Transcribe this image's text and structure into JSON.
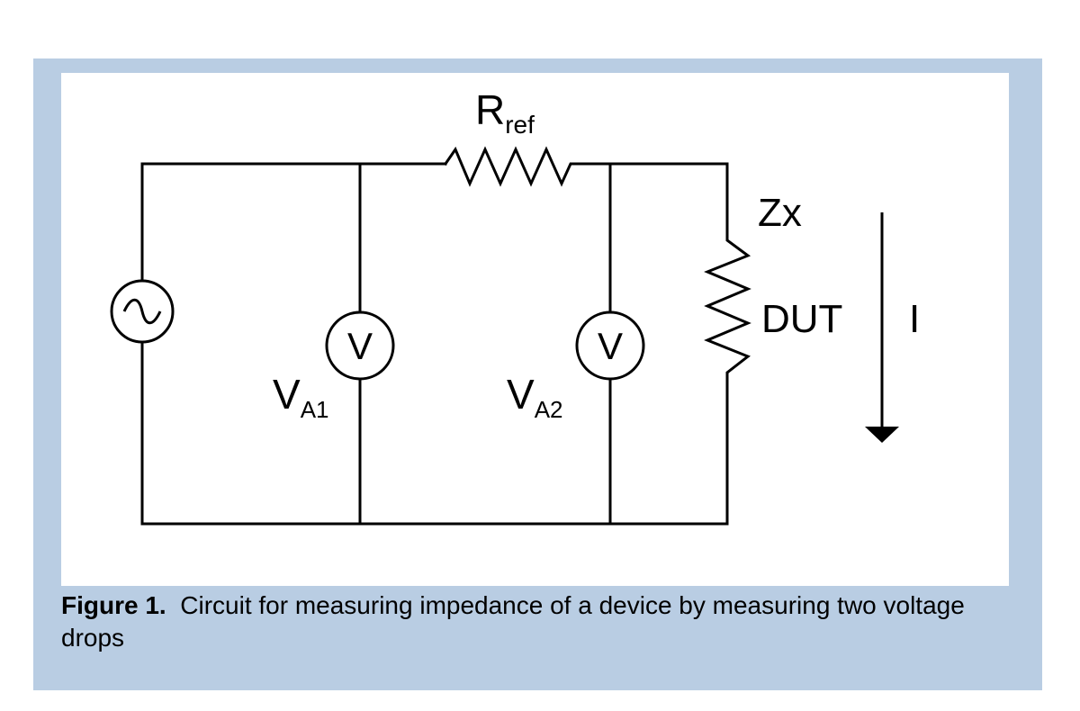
{
  "figure": {
    "label": "Figure 1.",
    "caption": "Circuit for measuring impedance of a device by measuring two voltage drops"
  },
  "circuit": {
    "resistor_label": "R",
    "resistor_subscript": "ref",
    "impedance_label": "Zx",
    "dut_label": "DUT",
    "current_label": "I",
    "meter1_symbol": "V",
    "meter2_symbol": "V",
    "va1_label": "V",
    "va1_subscript": "A1",
    "va2_label": "V",
    "va2_subscript": "A2",
    "source_symbol": "~"
  }
}
